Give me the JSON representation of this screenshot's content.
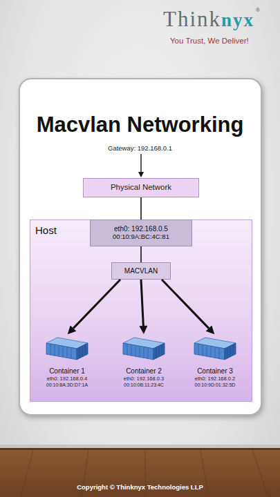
{
  "diagram": {
    "title": "Macvlan Networking",
    "nodes": [
      {
        "text": [
          "Physical Network"
        ]
      },
      {
        "text": [
          "Host"
        ]
      },
      {
        "text": [
          "eth0: 192.168.0.5",
          "00:10:9A:BC:4C:81"
        ],
        "in": 1
      },
      {
        "text": [
          "MACVLAN"
        ],
        "in": 1
      },
      {
        "text": [
          "Container 1",
          "eth0: 192.168.0.4",
          "00:10:8A:3D:D7:1A"
        ],
        "in": 1
      },
      {
        "text": [
          "Container 2",
          "eth0: 192.168.0.3",
          "00:10:0B:11:23:4C"
        ],
        "in": 1
      },
      {
        "text": [
          "Container 3",
          "eth0: 192.168.0.2",
          "00:10:9D:01:32:5D"
        ],
        "in": 1
      }
    ],
    "edges": [
      {
        "from": 0,
        "to": 2,
        "arrow": "none"
      },
      {
        "from": 2,
        "to": 3,
        "arrow": "none"
      },
      {
        "from": 3,
        "to": 4,
        "arrow": "to"
      },
      {
        "from": 3,
        "to": 5,
        "arrow": "to"
      },
      {
        "from": 3,
        "to": 6,
        "arrow": "to"
      }
    ],
    "labels": [
      "Think",
      "nyx",
      "®",
      "You Trust, We Deliver!",
      "Gateway: 192.168.0.1",
      "Copyright © Thinknyx Technologies LLP"
    ]
  }
}
